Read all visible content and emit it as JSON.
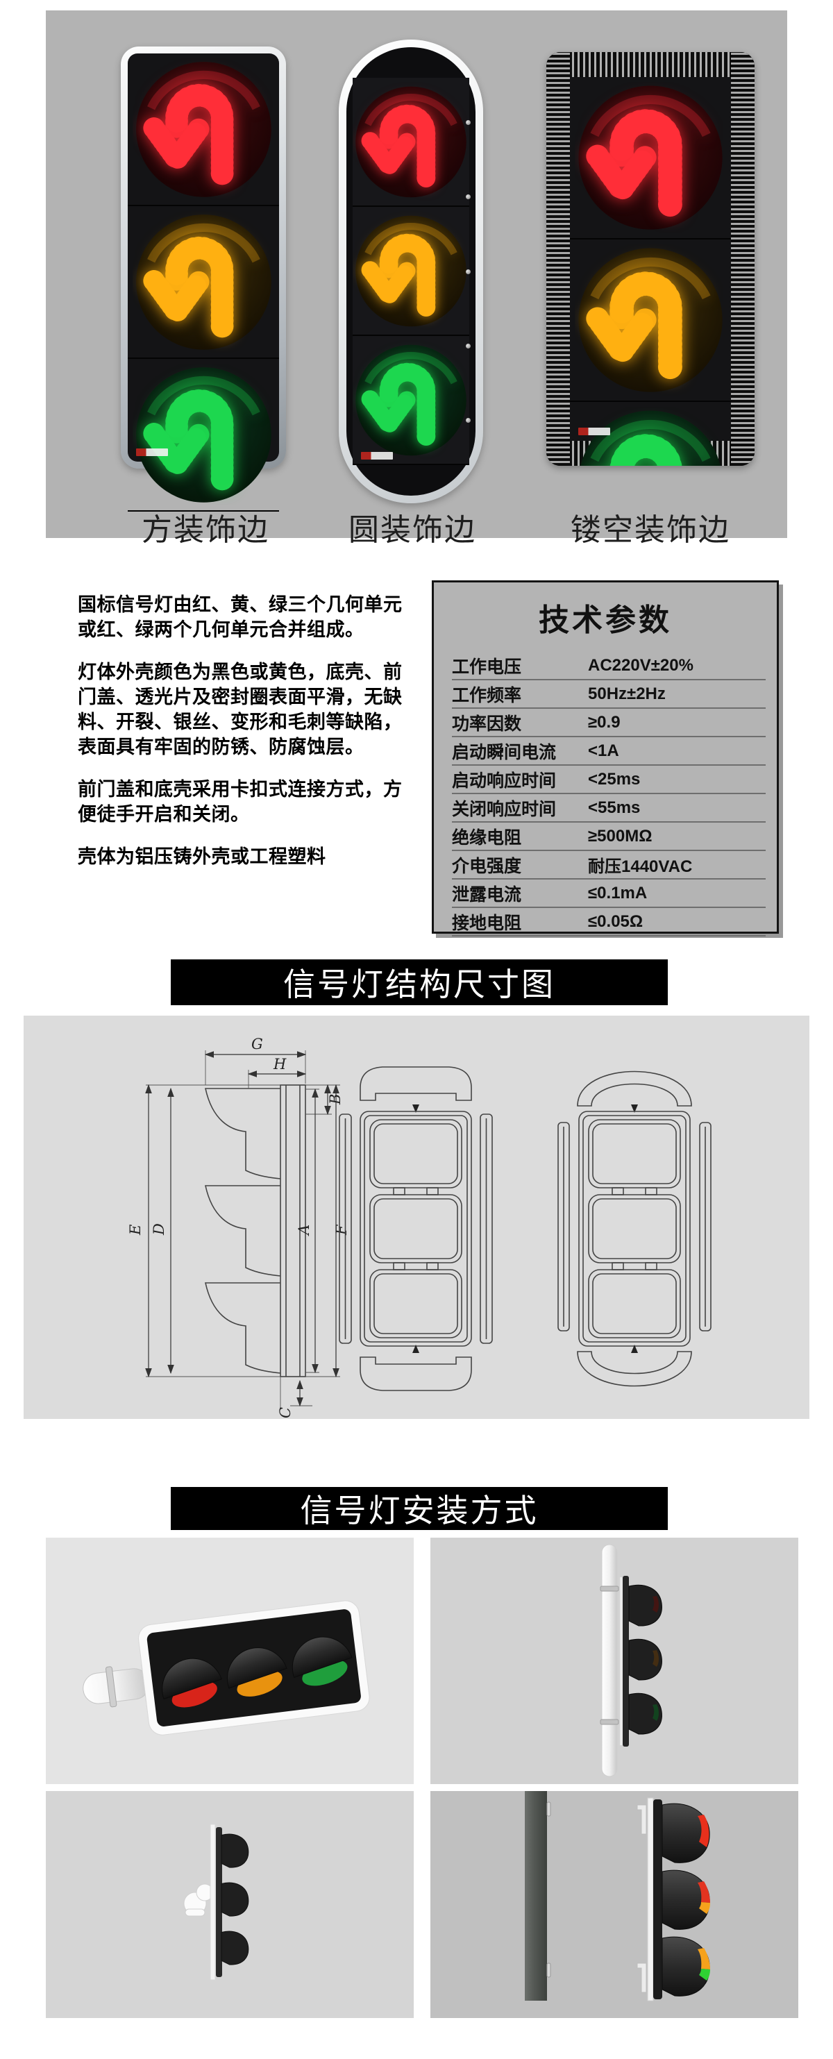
{
  "products": {
    "signal_colors": [
      "red",
      "yellow",
      "green"
    ],
    "symbol": "u-turn-arrow",
    "items": [
      {
        "label": "方装饰边",
        "frame": "square-trim"
      },
      {
        "label": "圆装饰边",
        "frame": "round-trim"
      },
      {
        "label": "镂空装饰边",
        "frame": "hollow-trim"
      }
    ]
  },
  "description": {
    "paragraphs": [
      "国标信号灯由红、黄、绿三个几何单元或红、绿两个几何单元合并组成。",
      "灯体外壳颜色为黑色或黄色，底壳、前门盖、透光片及密封圈表面平滑，无缺料、开裂、银丝、变形和毛刺等缺陷，表面具有牢固的防锈、防腐蚀层。",
      "前门盖和底壳采用卡扣式连接方式，方便徒手开启和关闭。",
      "壳体为铝压铸外壳或工程塑料"
    ]
  },
  "specs": {
    "title": "技术参数",
    "rows": [
      {
        "label": "工作电压",
        "value": "AC220V±20%"
      },
      {
        "label": "工作频率",
        "value": "50Hz±2Hz"
      },
      {
        "label": "功率因数",
        "value": "≥0.9"
      },
      {
        "label": "启动瞬间电流",
        "value": "<1A"
      },
      {
        "label": "启动响应时间",
        "value": "<25ms"
      },
      {
        "label": "关闭响应时间",
        "value": "<55ms"
      },
      {
        "label": "绝缘电阻",
        "value": "≥500MΩ"
      },
      {
        "label": "介电强度",
        "value": "耐压1440VAC"
      },
      {
        "label": "泄露电流",
        "value": "≤0.1mA"
      },
      {
        "label": "接地电阻",
        "value": "≤0.05Ω"
      }
    ]
  },
  "sections": {
    "structure_title": "信号灯结构尺寸图",
    "install_title": "信号灯安装方式"
  },
  "diagram": {
    "dim_labels": [
      "G",
      "H",
      "B",
      "E",
      "D",
      "A",
      "F",
      "C"
    ]
  },
  "colors": {
    "led_red": "#ff2e38",
    "led_yellow": "#ffb012",
    "led_green": "#1ed74f",
    "banner_bg": "#000000",
    "banner_text": "#ffffff",
    "hero_bg": "#b3b3b3"
  }
}
